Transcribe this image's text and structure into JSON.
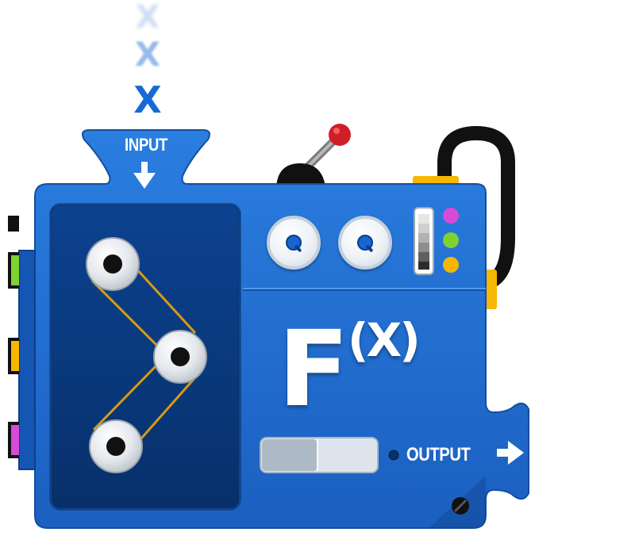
{
  "input_variable": "X",
  "input": {
    "label": "INPUT"
  },
  "function": {
    "name": "F",
    "argument": "(X)"
  },
  "output": {
    "label": "OUTPUT"
  },
  "icons": {
    "input_arrow": "arrow-down-icon",
    "output_arrow": "arrow-right-icon",
    "lever": "lever-icon",
    "knob": "dial-knob-icon",
    "screw": "screw-icon"
  },
  "colors": {
    "machine_blue": "#1f6fd1",
    "panel_navy": "#0a3a7a",
    "accent_yellow": "#f5b700",
    "accent_green": "#7fd231",
    "accent_magenta": "#d84ad8",
    "lever_ball_red": "#d01e26"
  },
  "status_lights": [
    "magenta",
    "green",
    "yellow"
  ]
}
